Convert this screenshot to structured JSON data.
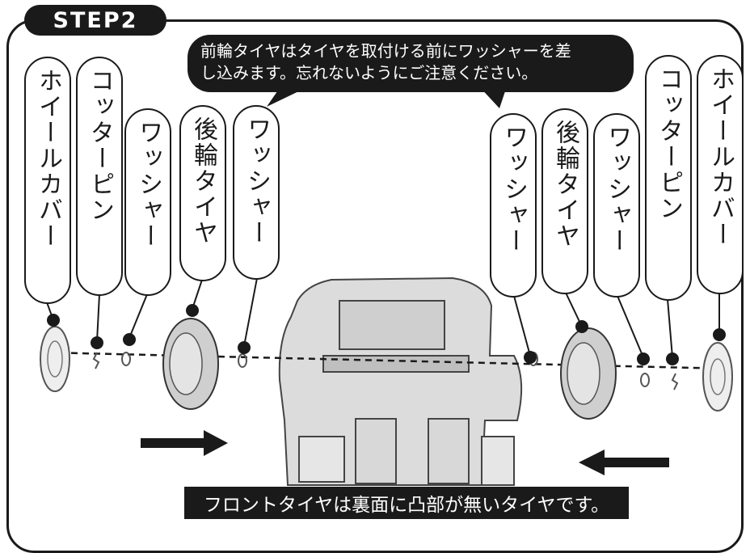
{
  "step_label": "STEP2",
  "note": {
    "line1": "前輪タイヤはタイヤを取付ける前にワッシャーを差",
    "line2": "し込みます。忘れないようにご注意ください。"
  },
  "left_parts": [
    "ホイールカバー",
    "コッターピン",
    "ワッシャー",
    "後輪タイヤ",
    "ワッシャー"
  ],
  "right_parts": [
    "ワッシャー",
    "後輪タイヤ",
    "ワッシャー",
    "コッターピン",
    "ホイールカバー"
  ],
  "caption": "フロントタイヤは裏面に凸部が無いタイヤです。"
}
